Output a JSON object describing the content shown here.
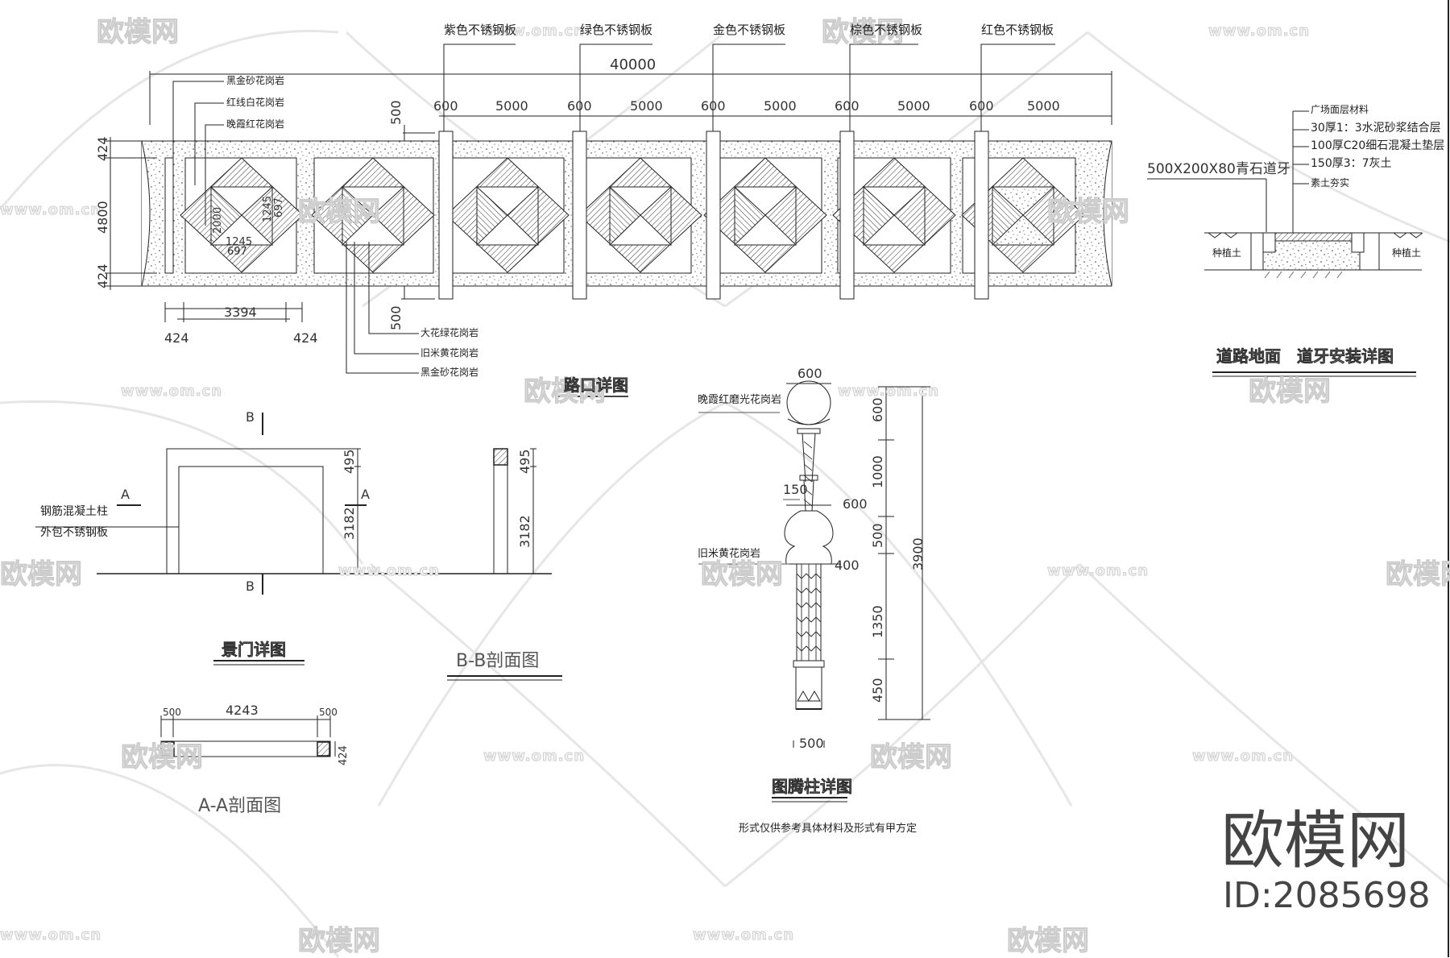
{
  "watermark": {
    "brand": "欧模网",
    "url": "www.om.cn",
    "id_label": "ID:2085698"
  },
  "plaza_detail": {
    "title": "路口详图",
    "top_labels": [
      "紫色不锈钢板",
      "绿色不锈钢板",
      "金色不锈钢板",
      "棕色不锈钢板",
      "红色不锈钢板"
    ],
    "left_labels_top": [
      "黑金砂花岗岩",
      "红线白花岗岩",
      "晚霞红花岗岩"
    ],
    "left_labels_bottom": [
      "大花绿花岗岩",
      "旧米黄花岗岩",
      "黑金砂花岗岩"
    ],
    "total_dim": "40000",
    "segment_dims": [
      "600",
      "5000",
      "600",
      "5000",
      "600",
      "5000",
      "600",
      "5000",
      "600",
      "5000"
    ],
    "vertical_dims": [
      "424",
      "4800",
      "424"
    ],
    "post_height_dims": [
      "500",
      "500"
    ],
    "inner_dims": [
      "2000",
      "1245",
      "697",
      "1245",
      "697"
    ],
    "bottom_dims": [
      "3394",
      "424",
      "424"
    ]
  },
  "curb_detail": {
    "title": "道路地面　道牙安装详图",
    "curb_label": "500X200X80青石道牙",
    "layers": [
      "广场面层材料",
      "30厚1：3水泥砂浆结合层",
      "100厚C20细石混凝土垫层",
      "150厚3：7灰土",
      "素土夯实"
    ],
    "soil_left": "种植土",
    "soil_right": "种植土"
  },
  "gate_detail": {
    "title": "景门详图",
    "section_marks": [
      "B",
      "B",
      "A",
      "A"
    ],
    "material_line1": "钢筋混凝土柱",
    "material_line2": "外包不锈钢板",
    "dims": [
      "495",
      "3182"
    ]
  },
  "bb_section": {
    "title": "B-B剖面图",
    "dims": [
      "495",
      "3182"
    ]
  },
  "aa_section": {
    "title": "A-A剖面图",
    "dims": [
      "500",
      "4243",
      "500",
      "424"
    ]
  },
  "totem_detail": {
    "title": "图腾柱详图",
    "note": "形式仅供参考具体材料及形式有甲方定",
    "label_top": "晚霞红磨光花岗岩",
    "label_mid": "旧米黄花岗岩",
    "dims_horizontal": [
      "600",
      "150",
      "600",
      "400",
      "500"
    ],
    "dims_vertical": [
      "600",
      "1000",
      "500",
      "1350",
      "450"
    ],
    "total_height": "3900"
  }
}
